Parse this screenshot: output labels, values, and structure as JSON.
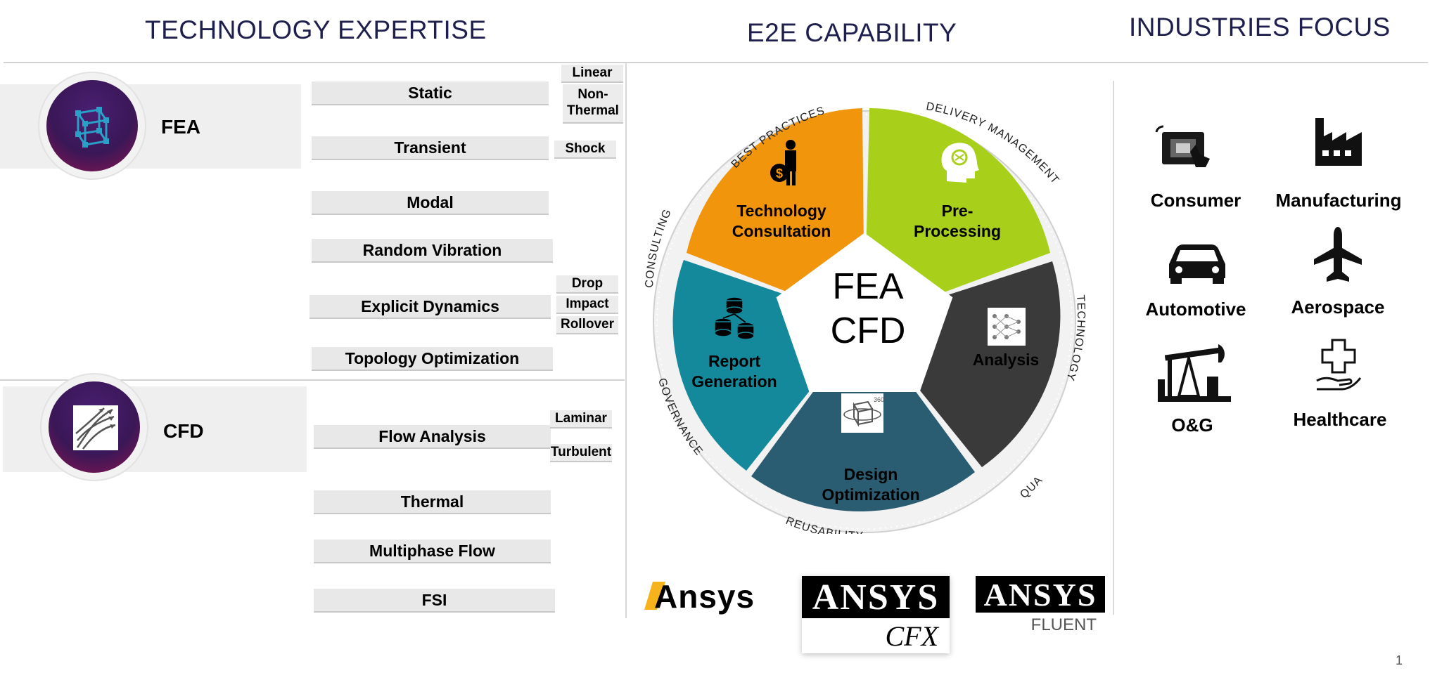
{
  "headings": {
    "technology": "TECHNOLOGY EXPERTISE",
    "e2e": "E2E CAPABILITY",
    "industries": "INDUSTRIES FOCUS"
  },
  "fea": {
    "label": "FEA",
    "icon": "cube-network-icon",
    "items": [
      {
        "label": "Static",
        "tags": [
          "Linear",
          "Non-\nThermal"
        ]
      },
      {
        "label": "Transient",
        "tags": [
          "Shock"
        ]
      },
      {
        "label": "Modal",
        "tags": []
      },
      {
        "label": "Random Vibration",
        "tags": []
      },
      {
        "label": "Explicit Dynamics",
        "tags": [
          "Drop",
          "Impact",
          "Rollover"
        ]
      },
      {
        "label": "Topology Optimization",
        "tags": []
      }
    ]
  },
  "cfd": {
    "label": "CFD",
    "icon": "flow-streamlines-icon",
    "items": [
      {
        "label": "Flow Analysis",
        "tags": [
          "Laminar",
          "Turbulent"
        ]
      },
      {
        "label": "Thermal",
        "tags": []
      },
      {
        "label": "Multiphase Flow",
        "tags": []
      },
      {
        "label": "FSI",
        "tags": []
      }
    ]
  },
  "wheel": {
    "center_line1": "FEA",
    "center_line2": "CFD",
    "segments": [
      {
        "line1": "Technology",
        "line2": "Consultation",
        "color": "#f0950c",
        "icon": "consultant-dollar-icon"
      },
      {
        "line1": "Pre-",
        "line2": "Processing",
        "color": "#a8cf1a",
        "icon": "brain-head-icon"
      },
      {
        "line1": "Analysis",
        "line2": "",
        "color": "#3a3a3a",
        "icon": "neural-network-icon"
      },
      {
        "line1": "Design",
        "line2": "Optimization",
        "color": "#2b5d72",
        "icon": "cube-360-icon"
      },
      {
        "line1": "Report",
        "line2": "Generation",
        "color": "#13899b",
        "icon": "database-stack-icon"
      }
    ],
    "ring_labels": [
      "BEST PRACTICES",
      "DELIVERY MANAGEMENT",
      "TECHNOLOGY",
      "QUALITY",
      "REUSABILITY",
      "GOVERNANCE",
      "CONSULTING"
    ]
  },
  "logos": {
    "ansys": "Ansys",
    "ansys_cfx_brand": "ANSYS",
    "ansys_cfx_sub": "CFX",
    "ansys_fluent_brand": "ANSYS",
    "ansys_fluent_sub": "FLUENT"
  },
  "industries": [
    {
      "label": "Consumer",
      "icon": "touch-device-icon"
    },
    {
      "label": "Manufacturing",
      "icon": "factory-icon"
    },
    {
      "label": "Automotive",
      "icon": "car-icon"
    },
    {
      "label": "Aerospace",
      "icon": "airplane-icon"
    },
    {
      "label": "O&G",
      "icon": "oil-pump-icon"
    },
    {
      "label": "Healthcare",
      "icon": "hand-cross-icon"
    }
  ],
  "page_number": "1"
}
